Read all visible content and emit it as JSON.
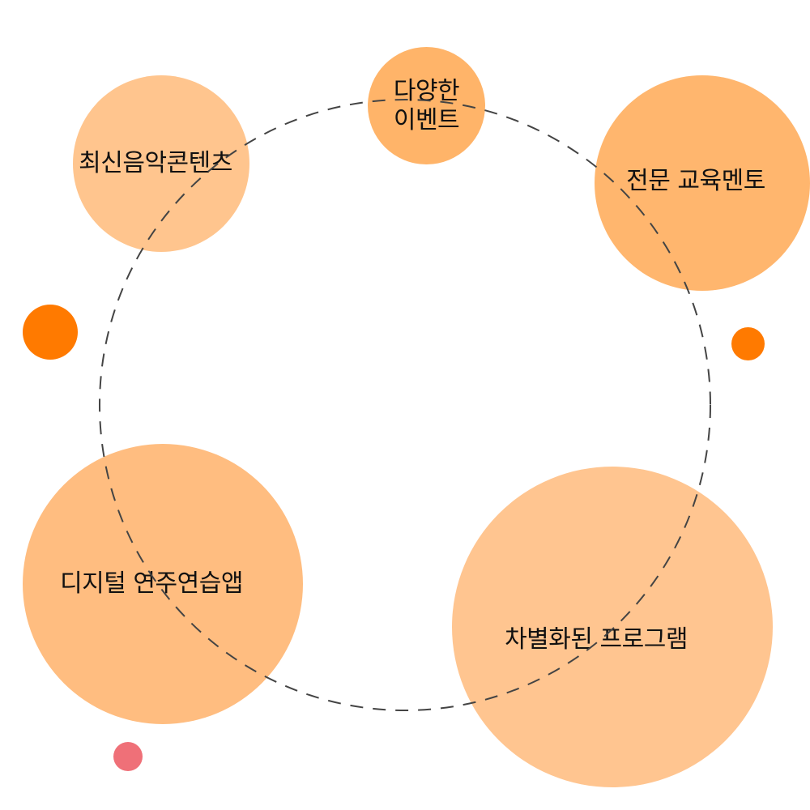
{
  "diagram": {
    "nodes": [
      {
        "id": "events",
        "lines": [
          "다양한",
          "이벤트"
        ],
        "color": "#FFB469"
      },
      {
        "id": "music",
        "lines": [
          "최신음악콘텐츠"
        ],
        "color": "#FFC58E"
      },
      {
        "id": "mentor",
        "lines": [
          "전문 교육멘토"
        ],
        "color": "#FFB66E"
      },
      {
        "id": "app",
        "lines": [
          "디지털 연주연습앱"
        ],
        "color": "#FFBD80"
      },
      {
        "id": "program",
        "lines": [
          "차별화된 프로그램"
        ],
        "color": "#FFC590"
      }
    ],
    "decorations": {
      "dot_left_color": "#FF7A00",
      "dot_right_color": "#FF7A00",
      "dot_bottom_color": "#EF7078",
      "ring_color": "#444444"
    }
  }
}
